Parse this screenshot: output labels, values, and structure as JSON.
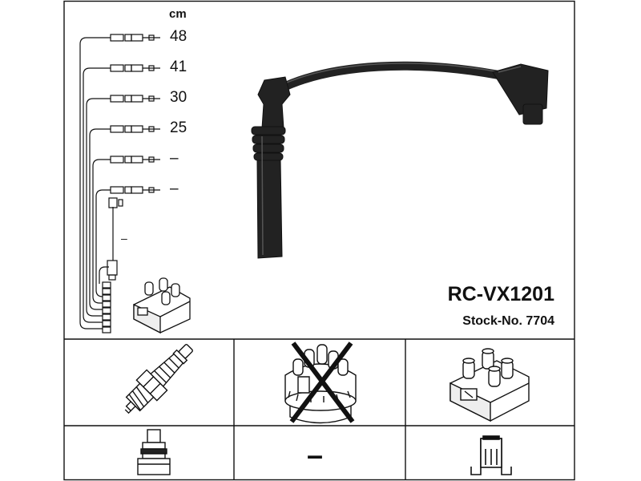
{
  "length_panel": {
    "unit": "cm",
    "lengths": [
      "48",
      "41",
      "30",
      "25",
      "–",
      "–"
    ],
    "side_wire_length": "–"
  },
  "product": {
    "model": "RC-VX1201",
    "stock_number": "Stock-No. 7704"
  },
  "component_grid": {
    "row1": [
      "spark-plug",
      "distributor-cap (crossed out)",
      "ignition-coil"
    ],
    "row2": [
      "plug-connector",
      "–",
      "coil-connector"
    ],
    "dash_label": "–"
  },
  "colors": {
    "line": "#111111",
    "background": "#ffffff"
  }
}
